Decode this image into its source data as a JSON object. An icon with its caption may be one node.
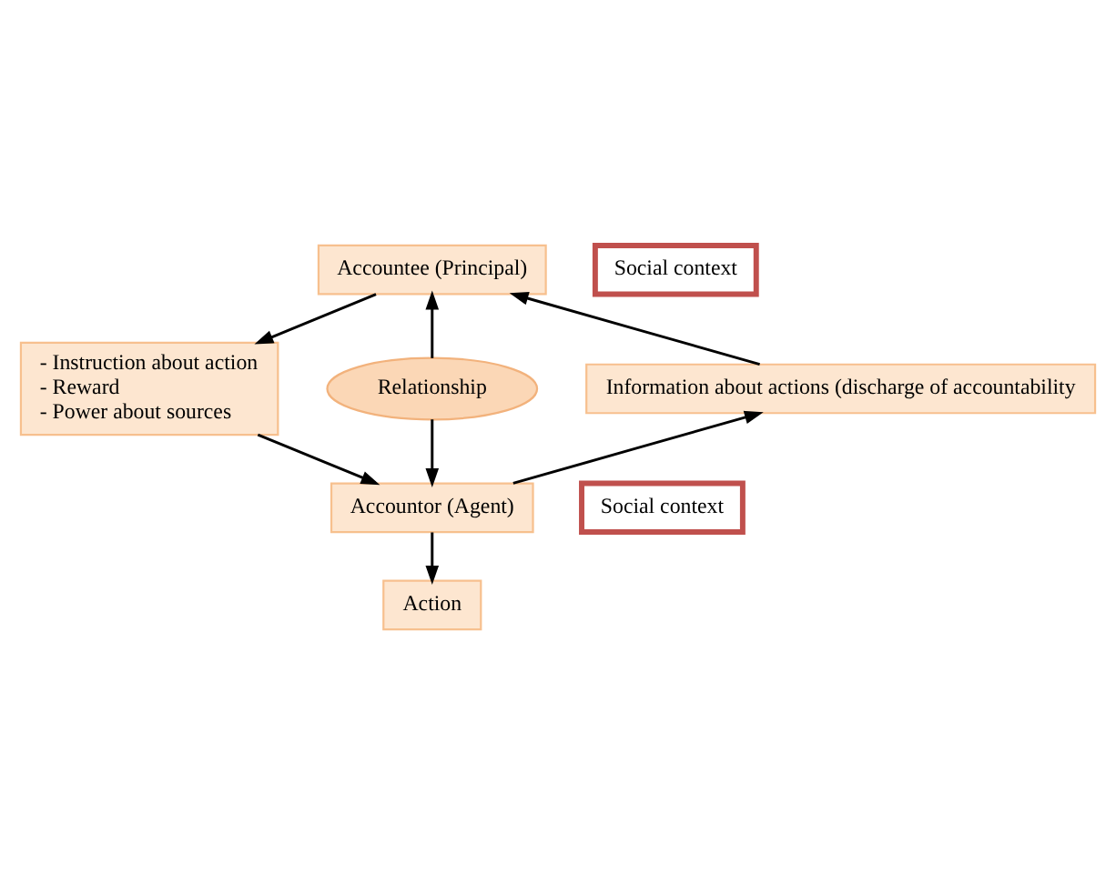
{
  "diagram": {
    "nodes": [
      {
        "text": [
          "Accountee (Principal)"
        ]
      },
      {
        "text": [
          "- Instruction about action",
          "- Reward",
          "- Power about sources"
        ]
      },
      {
        "text": [
          "Relationship"
        ]
      },
      {
        "text": [
          "Information about actions (discharge of accountability"
        ]
      },
      {
        "text": [
          "Accountor (Agent)"
        ]
      },
      {
        "text": [
          "Action"
        ]
      },
      {
        "text": [
          "Social context"
        ]
      },
      {
        "text": [
          "Social context"
        ]
      }
    ],
    "edges": [
      {
        "from": 0,
        "to": 1,
        "arrow": "to"
      },
      {
        "from": 1,
        "to": 4,
        "arrow": "to"
      },
      {
        "from": 2,
        "to": 0,
        "arrow": "to"
      },
      {
        "from": 2,
        "to": 4,
        "arrow": "to"
      },
      {
        "from": 4,
        "to": 3,
        "arrow": "to"
      },
      {
        "from": 3,
        "to": 0,
        "arrow": "to"
      },
      {
        "from": 4,
        "to": 5,
        "arrow": "to"
      }
    ]
  }
}
